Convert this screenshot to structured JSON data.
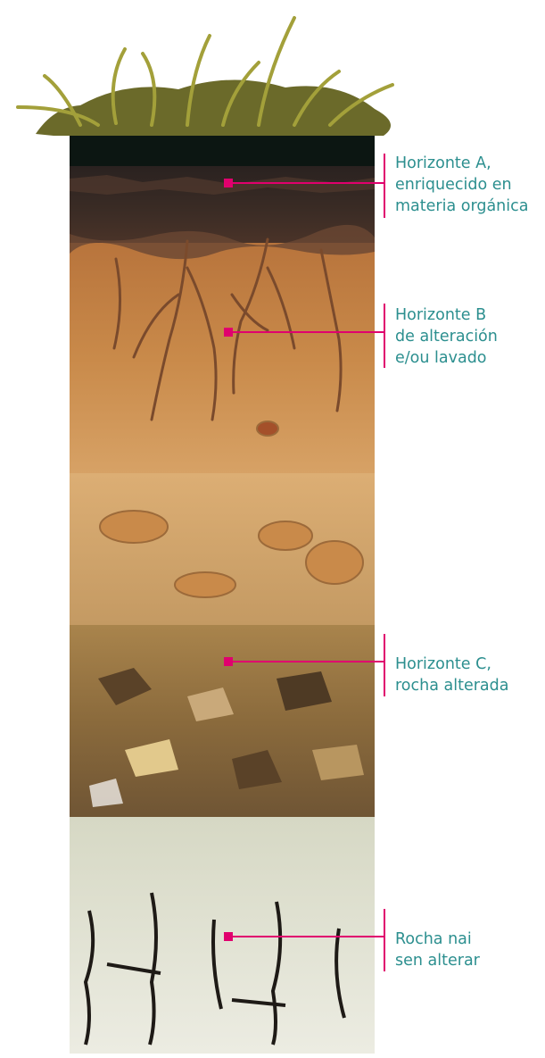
{
  "diagram": {
    "colors": {
      "accent": "#e0006e",
      "label_text": "#2c8f8f",
      "grass": "#8f8a2c",
      "topsoil_black": "#0c1612",
      "horizon_a": "#3a2b24",
      "horizon_b": "#c98a4a",
      "horizon_c": "#9a7440",
      "bedrock": "#e6e6d8"
    },
    "labels": [
      {
        "id": "horizon-a",
        "lines": [
          "Horizonte A,",
          "enriquecido en",
          "materia orgánica"
        ]
      },
      {
        "id": "horizon-b",
        "lines": [
          "Horizonte B",
          "de alteración",
          "e/ou lavado"
        ]
      },
      {
        "id": "horizon-c",
        "lines": [
          "Horizonte C,",
          "rocha alterada"
        ]
      },
      {
        "id": "bedrock",
        "lines": [
          "Rocha nai",
          "sen alterar"
        ]
      }
    ]
  }
}
